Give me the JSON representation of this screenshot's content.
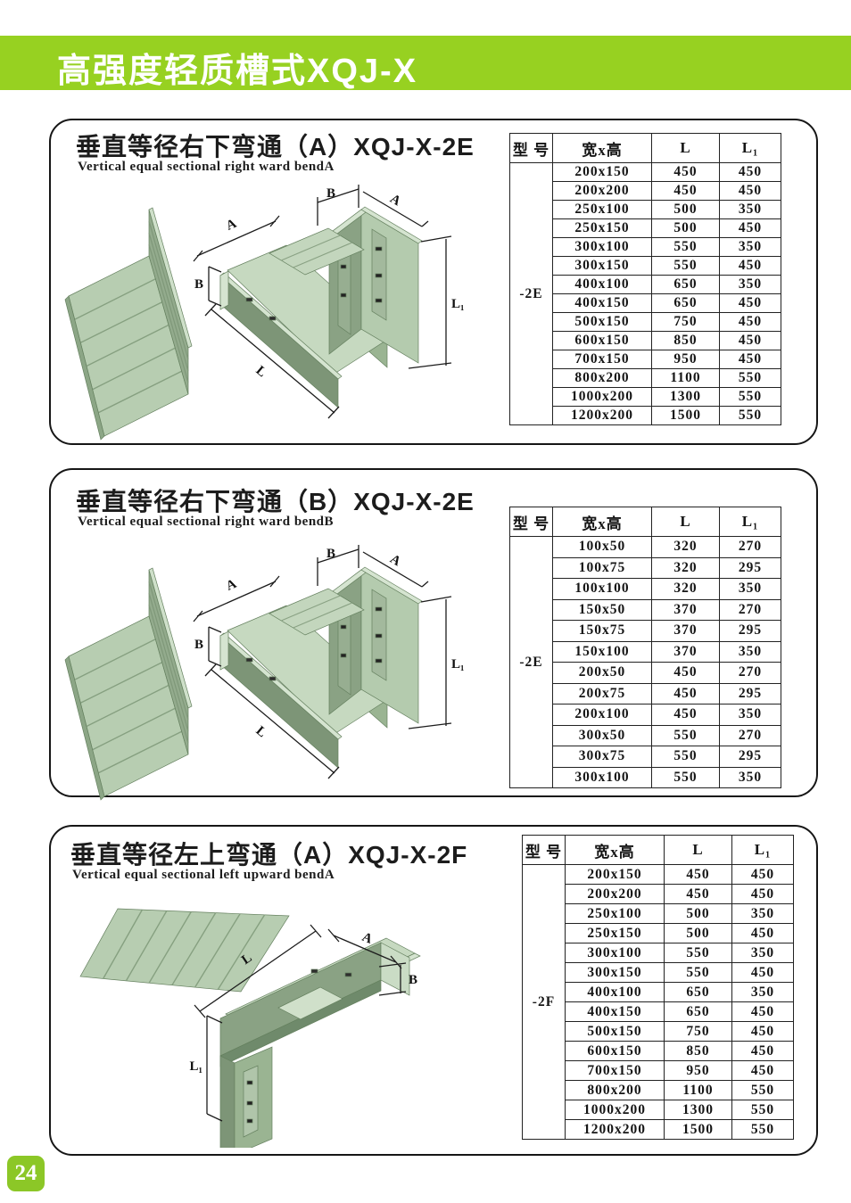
{
  "header": {
    "title": "高强度轻质槽式XQJ-X"
  },
  "page": {
    "number": "24"
  },
  "colors": {
    "banner_green": "#97d121",
    "badge_green": "#8cc727",
    "tray_light": "#c6d9c0",
    "tray_mid": "#9ab492",
    "tray_dark": "#7d9577",
    "line_black": "#1c1c1c"
  },
  "table_headers": {
    "model": "型 号",
    "size": "宽x高",
    "l": "L",
    "l1": "L₁"
  },
  "sections": [
    {
      "title_zh": "垂直等径右下弯通（A）XQJ-X-2E",
      "title_en": "Vertical equal sectional right ward bendA",
      "model": "-2E",
      "dim_labels": {
        "b_top": "B",
        "a_top": "A",
        "a_left": "A",
        "b_left": "B",
        "l": "L",
        "l1": "L₁"
      },
      "rows": [
        [
          "200x150",
          "450",
          "450"
        ],
        [
          "200x200",
          "450",
          "450"
        ],
        [
          "250x100",
          "500",
          "350"
        ],
        [
          "250x150",
          "500",
          "450"
        ],
        [
          "300x100",
          "550",
          "350"
        ],
        [
          "300x150",
          "550",
          "450"
        ],
        [
          "400x100",
          "650",
          "350"
        ],
        [
          "400x150",
          "650",
          "450"
        ],
        [
          "500x150",
          "750",
          "450"
        ],
        [
          "600x150",
          "850",
          "450"
        ],
        [
          "700x150",
          "950",
          "450"
        ],
        [
          "800x200",
          "1100",
          "550"
        ],
        [
          "1000x200",
          "1300",
          "550"
        ],
        [
          "1200x200",
          "1500",
          "550"
        ]
      ]
    },
    {
      "title_zh": "垂直等径右下弯通（B）XQJ-X-2E",
      "title_en": "Vertical equal sectional right ward bendB",
      "model": "-2E",
      "dim_labels": {
        "b_top": "B",
        "a_top": "A",
        "a_left": "A",
        "b_left": "B",
        "l": "L",
        "l1": "L₁"
      },
      "rows": [
        [
          "100x50",
          "320",
          "270"
        ],
        [
          "100x75",
          "320",
          "295"
        ],
        [
          "100x100",
          "320",
          "350"
        ],
        [
          "150x50",
          "370",
          "270"
        ],
        [
          "150x75",
          "370",
          "295"
        ],
        [
          "150x100",
          "370",
          "350"
        ],
        [
          "200x50",
          "450",
          "270"
        ],
        [
          "200x75",
          "450",
          "295"
        ],
        [
          "200x100",
          "450",
          "350"
        ],
        [
          "300x50",
          "550",
          "270"
        ],
        [
          "300x75",
          "550",
          "295"
        ],
        [
          "300x100",
          "550",
          "350"
        ]
      ]
    },
    {
      "title_zh": "垂直等径左上弯通（A）XQJ-X-2F",
      "title_en": "Vertical equal sectional left upward bendA",
      "model": "-2F",
      "dim_labels": {
        "l": "L",
        "a": "A",
        "b": "B",
        "l1": "L₁"
      },
      "rows": [
        [
          "200x150",
          "450",
          "450"
        ],
        [
          "200x200",
          "450",
          "450"
        ],
        [
          "250x100",
          "500",
          "350"
        ],
        [
          "250x150",
          "500",
          "450"
        ],
        [
          "300x100",
          "550",
          "350"
        ],
        [
          "300x150",
          "550",
          "450"
        ],
        [
          "400x100",
          "650",
          "350"
        ],
        [
          "400x150",
          "650",
          "450"
        ],
        [
          "500x150",
          "750",
          "450"
        ],
        [
          "600x150",
          "850",
          "450"
        ],
        [
          "700x150",
          "950",
          "450"
        ],
        [
          "800x200",
          "1100",
          "550"
        ],
        [
          "1000x200",
          "1300",
          "550"
        ],
        [
          "1200x200",
          "1500",
          "550"
        ]
      ]
    }
  ]
}
